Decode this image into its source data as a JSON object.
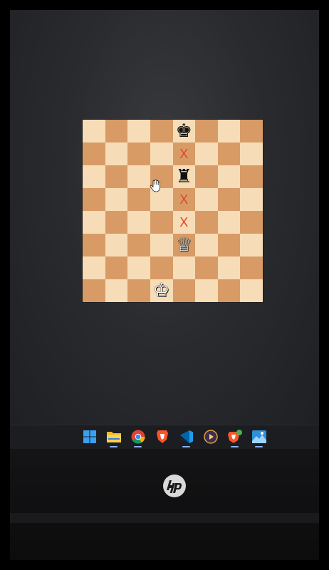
{
  "board": {
    "light_color": "#f6ddb7",
    "dark_color": "#d89b66",
    "marker_color": "#e0452c",
    "squares": [
      [
        "",
        "",
        "",
        "",
        "♚",
        "",
        "",
        ""
      ],
      [
        "",
        "",
        "",
        "",
        "X",
        "",
        "",
        ""
      ],
      [
        "",
        "",
        "",
        "",
        "♜",
        "",
        "",
        ""
      ],
      [
        "",
        "",
        "",
        "",
        "X",
        "",
        "",
        ""
      ],
      [
        "",
        "",
        "",
        "",
        "X",
        "",
        "",
        ""
      ],
      [
        "",
        "",
        "",
        "",
        "♕",
        "",
        "",
        ""
      ],
      [
        "",
        "",
        "",
        "",
        "",
        "",
        "",
        ""
      ],
      [
        "",
        "",
        "",
        "♔",
        "",
        "",
        "",
        ""
      ]
    ]
  },
  "cursor": {
    "icon": "hand-pointer-icon"
  },
  "taskbar": {
    "icons": [
      {
        "name": "windows-start-icon",
        "active": false
      },
      {
        "name": "file-explorer-icon",
        "active": true
      },
      {
        "name": "chrome-icon",
        "active": true
      },
      {
        "name": "brave-icon",
        "active": false
      },
      {
        "name": "vscode-icon",
        "active": true
      },
      {
        "name": "media-player-icon",
        "active": false
      },
      {
        "name": "brave-badge-icon",
        "active": true
      },
      {
        "name": "photos-icon",
        "active": true
      }
    ]
  },
  "laptop": {
    "logo": "hp"
  }
}
